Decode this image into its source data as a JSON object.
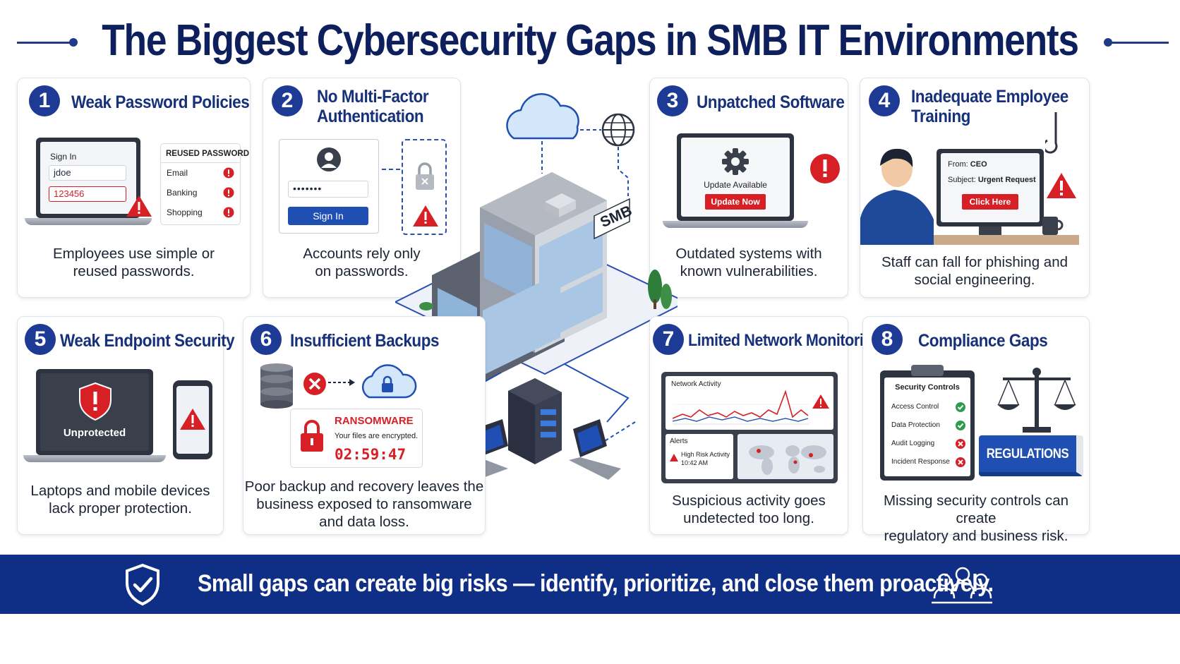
{
  "title": "The Biggest Cybersecurity Gaps in SMB IT Environments",
  "colors": {
    "navy": "#0d1f5c",
    "accent_blue": "#1d3a94",
    "alert_red": "#d71f26",
    "banner": "#0f2f86"
  },
  "center": {
    "building_label": "SMB"
  },
  "gaps": [
    {
      "number": "1",
      "title": "Weak Password Policies",
      "description_lines": [
        "Employees use simple or",
        "reused passwords."
      ],
      "ui": {
        "sign_in": "Sign In",
        "username": "jdoe",
        "password": "123456",
        "reused_header": "REUSED PASSWORD",
        "reused_items": [
          "Email",
          "Banking",
          "Shopping"
        ]
      }
    },
    {
      "number": "2",
      "title_lines": [
        "No Multi-Factor",
        "Authentication"
      ],
      "description_lines": [
        "Accounts rely only",
        "on passwords."
      ],
      "ui": {
        "password_mask": "•••••••",
        "button": "Sign In"
      }
    },
    {
      "number": "3",
      "title": "Unpatched Software",
      "description_lines": [
        "Outdated systems with",
        "known vulnerabilities."
      ],
      "ui": {
        "update_text": "Update Available",
        "button": "Update Now"
      }
    },
    {
      "number": "4",
      "title_lines": [
        "Inadequate Employee",
        "Training"
      ],
      "description_lines": [
        "Staff can fall for phishing and",
        "social engineering."
      ],
      "ui": {
        "from_label": "From:",
        "from_value": "CEO",
        "subject_label": "Subject:",
        "subject_value": "Urgent Request",
        "button": "Click Here"
      }
    },
    {
      "number": "5",
      "title": "Weak Endpoint Security",
      "description_lines": [
        "Laptops and mobile devices",
        "lack proper protection."
      ],
      "ui": {
        "status": "Unprotected"
      }
    },
    {
      "number": "6",
      "title": "Insufficient Backups",
      "description_lines": [
        "Poor backup and recovery leaves the",
        "business exposed to ransomware",
        "and data loss."
      ],
      "ui": {
        "alert_title": "RANSOMWARE",
        "alert_text": "Your files are encrypted.",
        "timer": "02:59:47"
      }
    },
    {
      "number": "7",
      "title": "Limited Network Monitoring",
      "description_lines": [
        "Suspicious activity goes",
        "undetected too long."
      ],
      "ui": {
        "chart_title": "Network Activity",
        "alerts_label": "Alerts",
        "alert_item": "High Risk Activity",
        "alert_time": "10:42 AM"
      }
    },
    {
      "number": "8",
      "title": "Compliance Gaps",
      "description_lines": [
        "Missing security controls can create",
        "regulatory and business risk."
      ],
      "ui": {
        "checklist_title": "Security Controls",
        "checklist": [
          {
            "label": "Access Control",
            "ok": true
          },
          {
            "label": "Data Protection",
            "ok": true
          },
          {
            "label": "Audit Logging",
            "ok": false
          },
          {
            "label": "Incident Response",
            "ok": false
          }
        ],
        "book_label": "REGULATIONS"
      }
    }
  ],
  "banner": {
    "text": "Small gaps can create big risks — identify, prioritize, and close them proactively."
  },
  "icons": [
    "shield-check-icon",
    "team-icon",
    "cloud-icon",
    "globe-icon",
    "lock-icon",
    "warning-icon",
    "gear-icon",
    "user-icon",
    "hook-icon",
    "server-icon",
    "database-icon",
    "scales-icon"
  ]
}
